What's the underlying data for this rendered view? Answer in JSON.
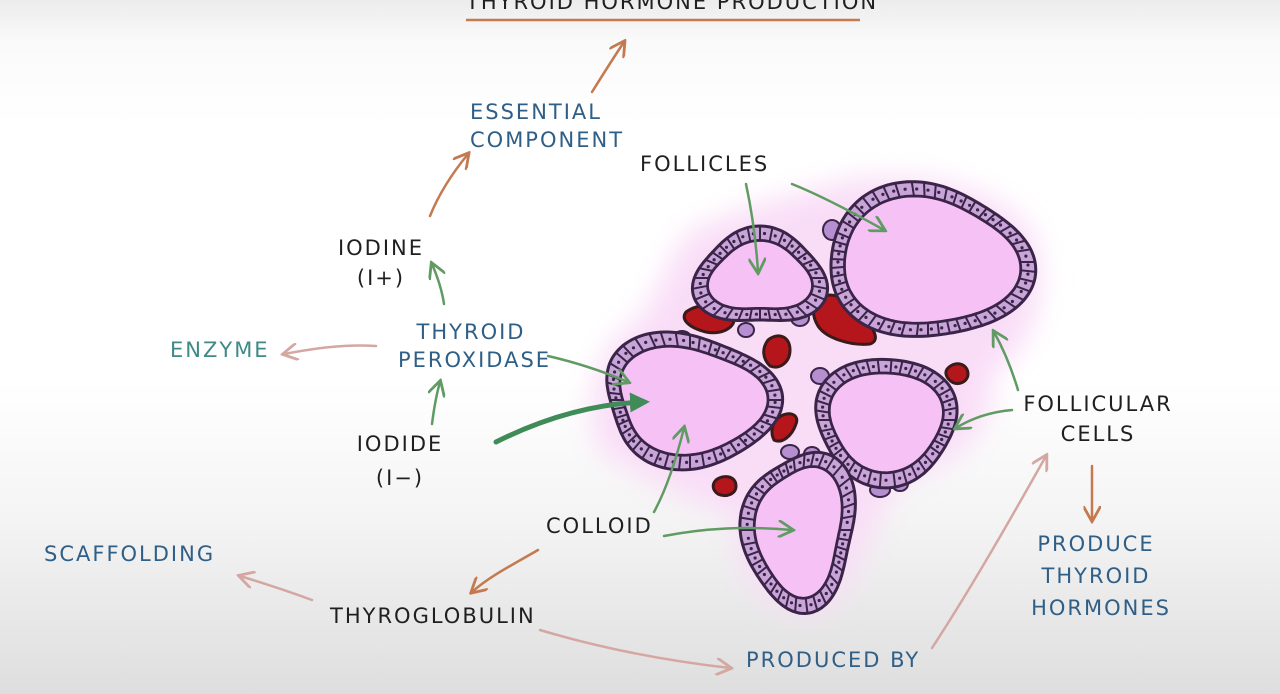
{
  "title": "THYROID HORMONE PRODUCTION",
  "labels": {
    "essential_1": "ESSENTIAL",
    "essential_2": "COMPONENT",
    "iodine_1": "IODINE",
    "iodine_2": "(I+)",
    "enzyme": "ENZYME",
    "tpo_1": "THYROID",
    "tpo_2": "PEROXIDASE",
    "iodide_1": "IODIDE",
    "iodide_2": "(I−)",
    "follicles": "FOLLICLES",
    "colloid": "COLLOID",
    "follicular_1": "FOLLICULAR",
    "follicular_2": "CELLS",
    "produce_1": "PRODUCE",
    "produce_2": "THYROID",
    "produce_3": "HORMONES",
    "scaffolding": "SCAFFOLDING",
    "thyroglobulin": "THYROGLOBULIN",
    "produced_by": "PRODUCED BY"
  },
  "colors": {
    "arrow_orange": "#c47a4e",
    "arrow_green": "#5f9b62",
    "arrow_pink": "#d4a7a2",
    "colloid": "#f6c2f6",
    "tissue_glow": "#f9ddf7",
    "cell_fill": "#c8a4d8",
    "cell_stroke": "#3a2447",
    "blood": "#b5161b"
  }
}
